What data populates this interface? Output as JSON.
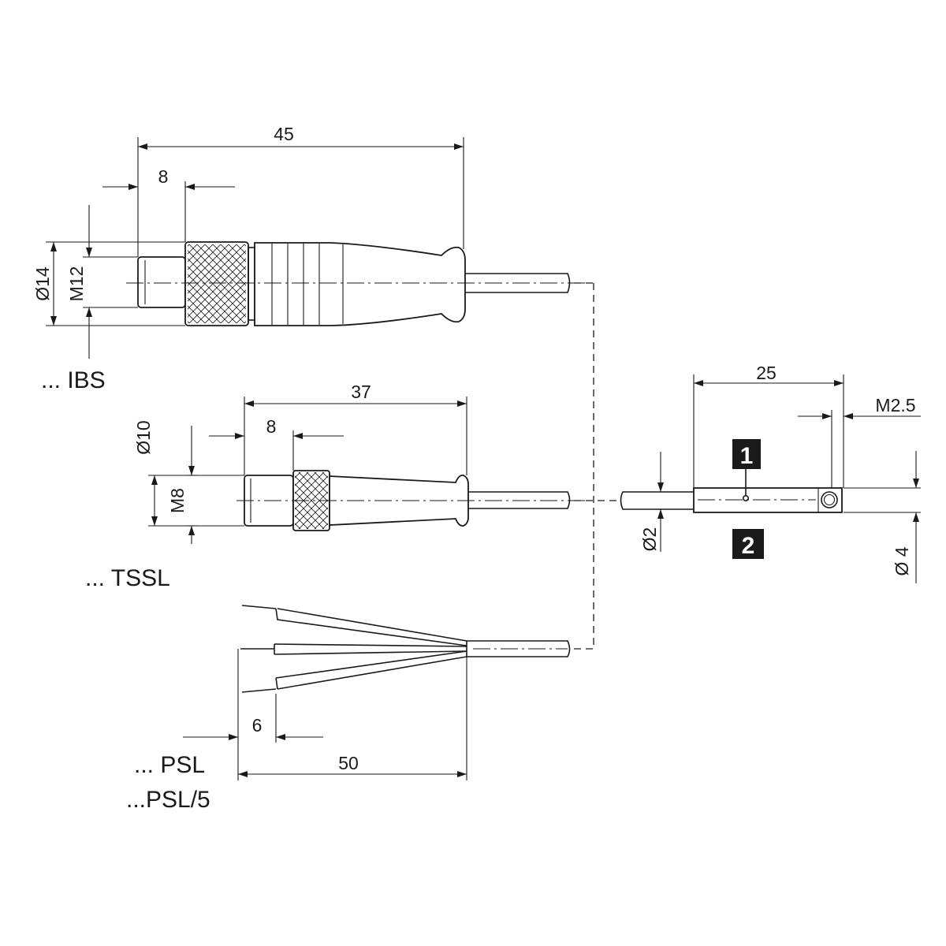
{
  "dimensions": {
    "ibs_length": "45",
    "ibs_nut": "8",
    "ibs_outer_dia": "Ø14",
    "ibs_thread": "M12",
    "tssl_length": "37",
    "tssl_nut": "8",
    "tssl_outer_dia": "Ø10",
    "tssl_thread": "M8",
    "psl_strip": "6",
    "psl_length": "50",
    "sensor_length": "25",
    "sensor_thread": "M2.5",
    "cable_dia": "Ø2",
    "sensor_dia": "Ø 4"
  },
  "labels": {
    "ibs": "... IBS",
    "tssl": "... TSSL",
    "psl": "... PSL",
    "psl5": "...PSL/5"
  },
  "callouts": {
    "one": "1",
    "two": "2"
  }
}
